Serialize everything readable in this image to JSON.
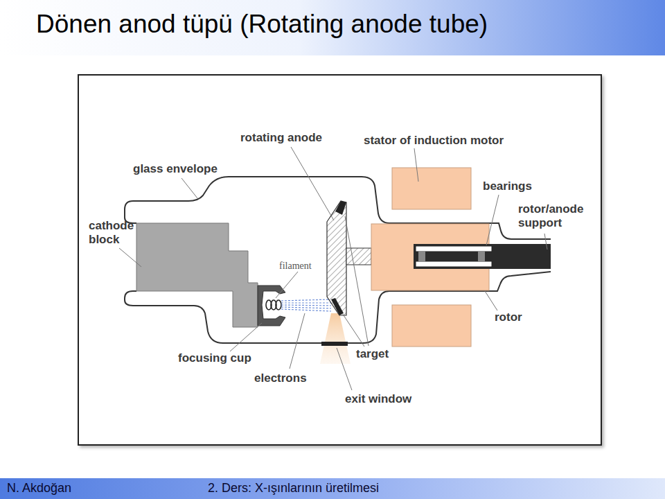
{
  "diagram": {
    "title": "Dönen anod tüpü (Rotating anode tube)",
    "labels": [
      "rotating anode",
      "stator of induction motor",
      "glass envelope",
      "bearings",
      "rotor/anode support",
      "cathode block",
      "filament",
      "focusing cup",
      "electrons",
      "target",
      "exit window",
      "rotor",
      "N. Akdoğan",
      "2. Ders: X-ışınlarının üretilmesi"
    ]
  }
}
